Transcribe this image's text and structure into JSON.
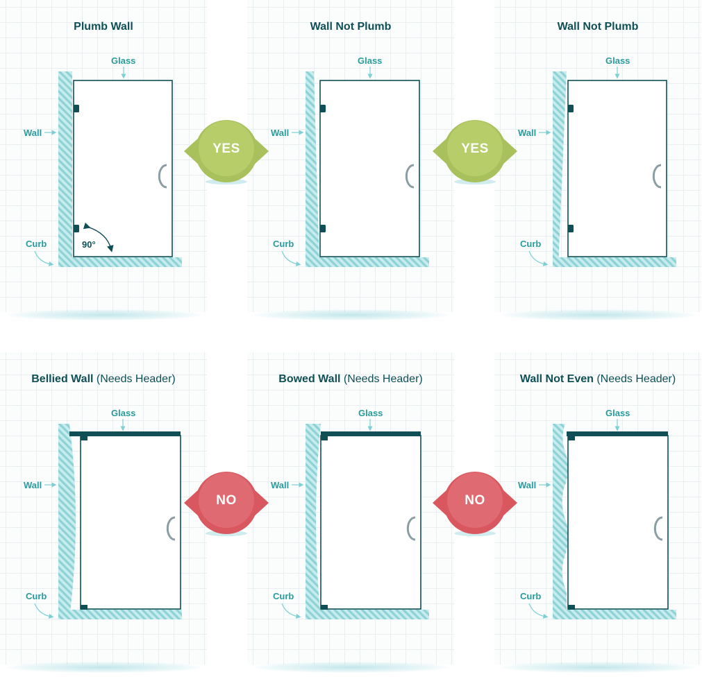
{
  "labels": {
    "glass": "Glass",
    "wall": "Wall",
    "curb": "Curb"
  },
  "angle": "90°",
  "panels": [
    {
      "title_bold": "Plumb Wall",
      "title_normal": "",
      "wall_shape": "plumb",
      "header": false
    },
    {
      "title_bold": "Wall Not Plumb",
      "title_normal": "",
      "wall_shape": "lean-in",
      "header": false
    },
    {
      "title_bold": "Wall Not Plumb",
      "title_normal": "",
      "wall_shape": "lean-out",
      "header": false
    },
    {
      "title_bold": "Bellied Wall",
      "title_normal": " (Needs Header)",
      "wall_shape": "bellied",
      "header": true
    },
    {
      "title_bold": "Bowed Wall",
      "title_normal": " (Needs Header)",
      "wall_shape": "bowed",
      "header": true
    },
    {
      "title_bold": "Wall Not Even",
      "title_normal": " (Needs Header)",
      "wall_shape": "uneven",
      "header": true
    }
  ],
  "badges": [
    {
      "text": "YES",
      "color": "#a9c15c"
    },
    {
      "text": "YES",
      "color": "#a9c15c"
    },
    {
      "text": "NO",
      "color": "#d9575f"
    },
    {
      "text": "NO",
      "color": "#d9575f"
    }
  ],
  "colors": {
    "teal_dark": "#0f4f55",
    "teal_label": "#2a9b9c",
    "hatch": "#a6dde0",
    "yes": "#a9c15c",
    "no": "#d9575f"
  }
}
